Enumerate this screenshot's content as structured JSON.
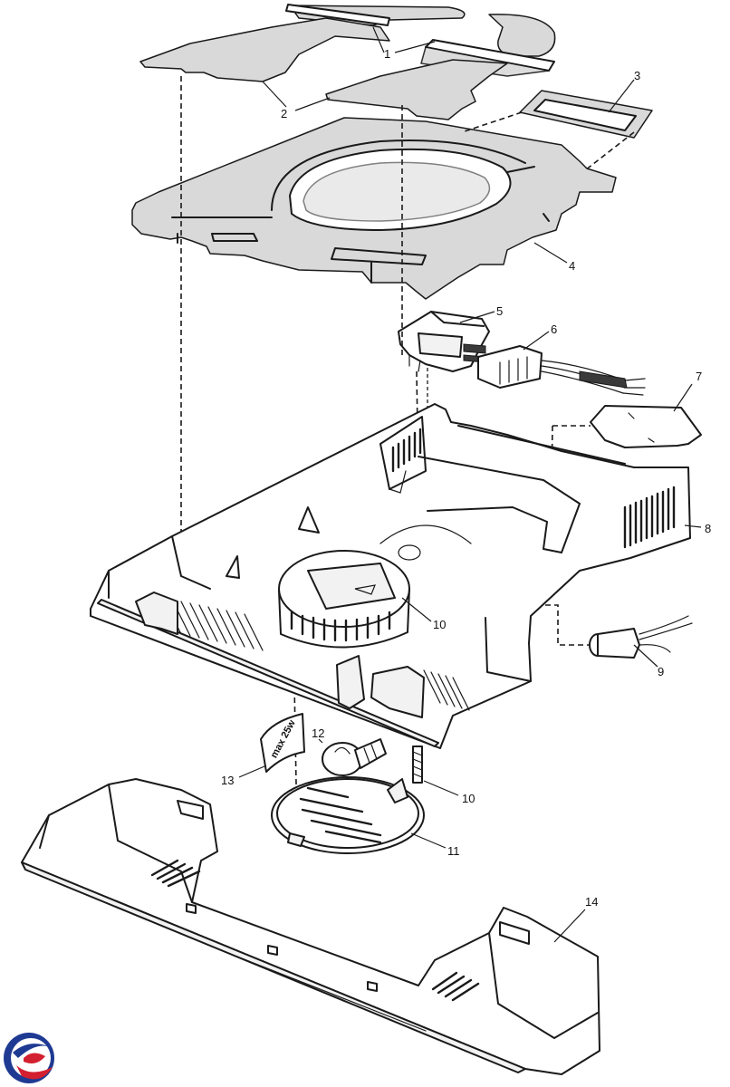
{
  "diagram": {
    "callouts": [
      {
        "id": "c1",
        "label": "1"
      },
      {
        "id": "c2",
        "label": "2"
      },
      {
        "id": "c3",
        "label": "3"
      },
      {
        "id": "c4",
        "label": "4"
      },
      {
        "id": "c5",
        "label": "5"
      },
      {
        "id": "c6",
        "label": "6"
      },
      {
        "id": "c7",
        "label": "7"
      },
      {
        "id": "c8",
        "label": "8"
      },
      {
        "id": "c9",
        "label": "9"
      },
      {
        "id": "c10a",
        "label": "10"
      },
      {
        "id": "c10b",
        "label": "10"
      },
      {
        "id": "c11",
        "label": "11"
      },
      {
        "id": "c12",
        "label": "12"
      },
      {
        "id": "c13",
        "label": "13"
      },
      {
        "id": "c14",
        "label": "14"
      }
    ],
    "label_stamp": "max 25w",
    "logo": {
      "colors": {
        "blue": "#1f3a93",
        "red": "#d32030"
      }
    }
  }
}
